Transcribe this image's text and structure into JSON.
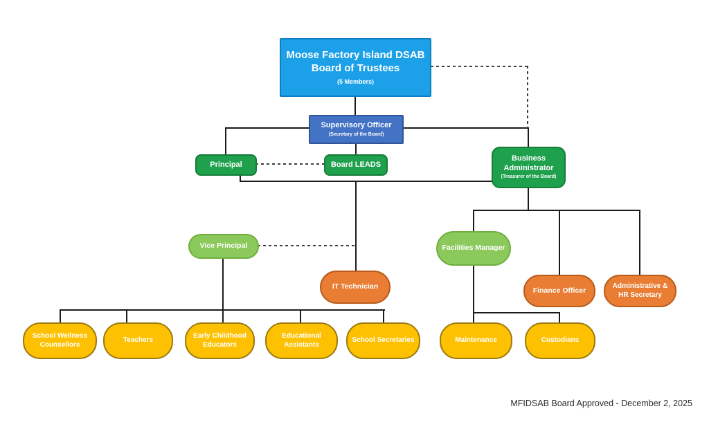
{
  "page": {
    "background": "#ffffff"
  },
  "colors": {
    "board_blue": "#1ca0e8",
    "officer_blue": "#4472c4",
    "manager_green": "#1fa04d",
    "mid_manager_light_green": "#8cc95c",
    "specialist_orange": "#e87d33",
    "staff_yellow": "#fdc101",
    "connector_black": "#1b1b1b"
  },
  "nodes": {
    "board_of_trustees": {
      "line1": "Moose Factory Island DSAB",
      "line2": "Board of Trustees",
      "sub": "(5 Members)"
    },
    "supervisory_officer": {
      "label": "Supervisory Officer",
      "sub": "(Secretary of the Board)"
    },
    "principal": {
      "label": "Principal"
    },
    "board_leads": {
      "label": "Board LEADS"
    },
    "business_administrator": {
      "label": "Business Administrator",
      "sub": "(Treasurer of the Board)"
    },
    "vice_principal": {
      "label": "Vice Principal"
    },
    "facilities_manager": {
      "label": "Facilities Manager"
    },
    "it_technician": {
      "label": "IT Technician"
    },
    "finance_officer": {
      "label": "Finance Officer"
    },
    "administrative_hr_secretary": {
      "line1": "Administrative &",
      "line2": "HR Secretary"
    },
    "school_wellness_counsellors": {
      "label": "School Wellness Counsellors"
    },
    "teachers": {
      "label": "Teachers"
    },
    "early_childhood_educators": {
      "label": "Early Childhood Educators"
    },
    "educational_assistants": {
      "label": "Educational Assistants"
    },
    "school_secretaries": {
      "label": "School Secretaries"
    },
    "maintenance": {
      "label": "Maintenance"
    },
    "custodians": {
      "label": "Custodians"
    }
  },
  "relationships": {
    "solid": [
      "board_of_trustees > supervisory_officer",
      "supervisory_officer > principal",
      "supervisory_officer > board_leads",
      "supervisory_officer > business_administrator",
      "principal > business_administrator (bus line, it_technician hangs from it)",
      "principal > vice_principal",
      "vice_principal > school_wellness_counsellors",
      "vice_principal > teachers",
      "vice_principal > early_childhood_educators",
      "vice_principal > educational_assistants",
      "vice_principal > school_secretaries",
      "business_administrator > facilities_manager",
      "business_administrator > finance_officer",
      "business_administrator > administrative_hr_secretary",
      "facilities_manager > maintenance",
      "facilities_manager > custodians"
    ],
    "dashed": [
      "board_of_trustees - business_administrator",
      "principal - board_leads",
      "vice_principal - it_technician"
    ]
  },
  "footer": {
    "text": "MFIDSAB Board Approved - December 2, 2025"
  }
}
